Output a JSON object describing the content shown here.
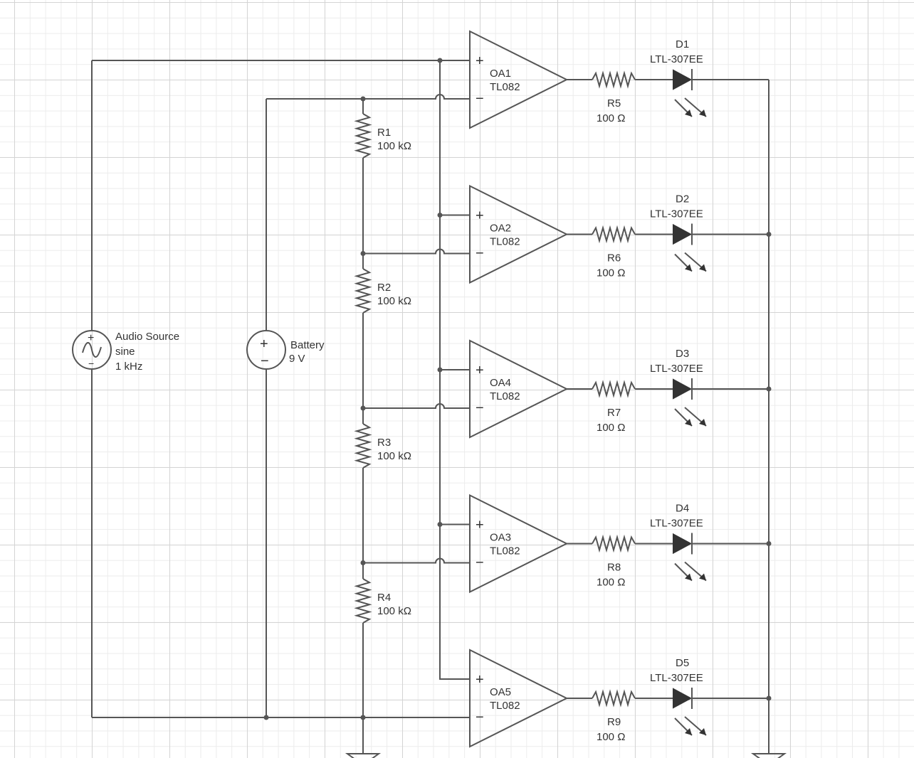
{
  "audio_source": {
    "name": "Audio Source",
    "waveform": "sine",
    "frequency": "1 kHz"
  },
  "battery": {
    "name": "Battery",
    "voltage": "9 V"
  },
  "divider_resistors": [
    {
      "ref": "R1",
      "value": "100 kΩ"
    },
    {
      "ref": "R2",
      "value": "100 kΩ"
    },
    {
      "ref": "R3",
      "value": "100 kΩ"
    },
    {
      "ref": "R4",
      "value": "100 kΩ"
    }
  ],
  "stages": [
    {
      "opamp": "OA1",
      "part": "TL082",
      "resistor": "R5",
      "resistor_value": "100 Ω",
      "led": "D1",
      "led_part": "LTL-307EE"
    },
    {
      "opamp": "OA2",
      "part": "TL082",
      "resistor": "R6",
      "resistor_value": "100 Ω",
      "led": "D2",
      "led_part": "LTL-307EE"
    },
    {
      "opamp": "OA4",
      "part": "TL082",
      "resistor": "R7",
      "resistor_value": "100 Ω",
      "led": "D3",
      "led_part": "LTL-307EE"
    },
    {
      "opamp": "OA3",
      "part": "TL082",
      "resistor": "R8",
      "resistor_value": "100 Ω",
      "led": "D4",
      "led_part": "LTL-307EE"
    },
    {
      "opamp": "OA5",
      "part": "TL082",
      "resistor": "R9",
      "resistor_value": "100 Ω",
      "led": "D5",
      "led_part": "LTL-307EE"
    }
  ],
  "symbols": {
    "plus": "+",
    "minus": "−"
  },
  "colors": {
    "wire": "#555555",
    "grid_major": "#d4d4d4",
    "grid_minor": "#ececec",
    "background": "#ffffff"
  }
}
